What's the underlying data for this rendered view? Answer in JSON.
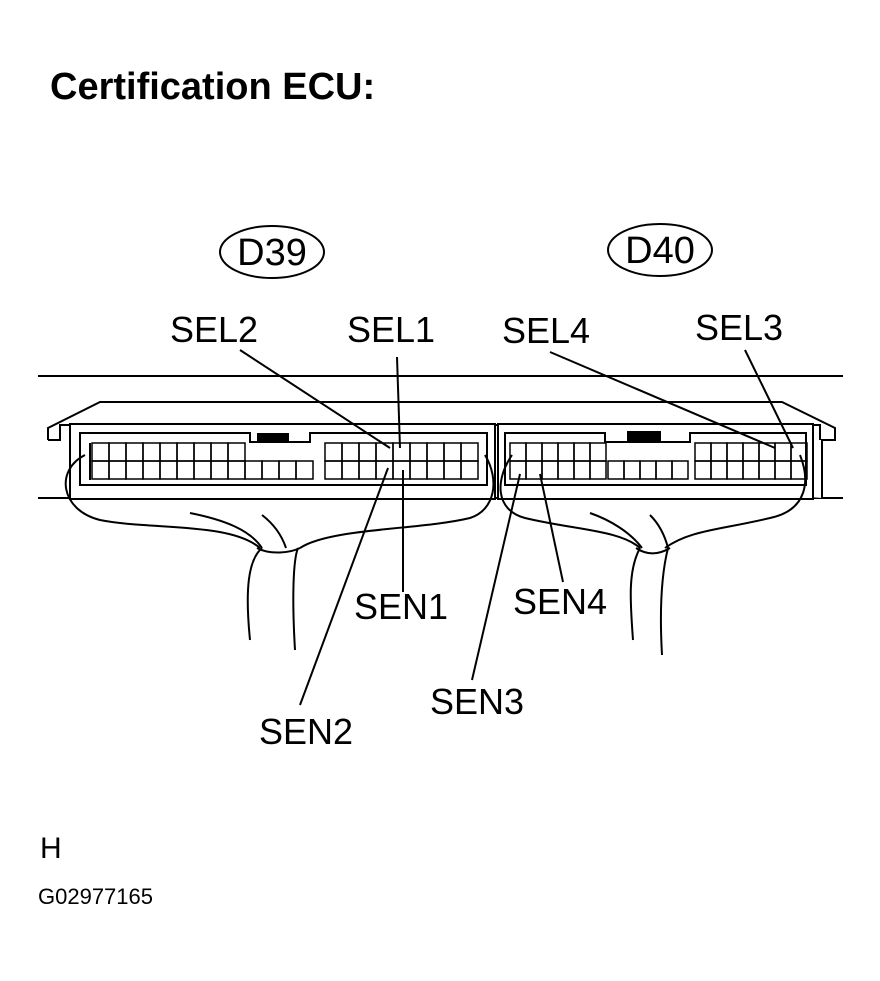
{
  "title": "Certification ECU:",
  "connectors": [
    {
      "id": "d39",
      "label": "D39"
    },
    {
      "id": "d40",
      "label": "D40"
    }
  ],
  "terminals": {
    "sel2": "SEL2",
    "sel1": "SEL1",
    "sel4": "SEL4",
    "sel3": "SEL3",
    "sen1": "SEN1",
    "sen4": "SEN4",
    "sen3": "SEN3",
    "sen2": "SEN2"
  },
  "footer": {
    "letter": "H",
    "code": "G02977165"
  }
}
